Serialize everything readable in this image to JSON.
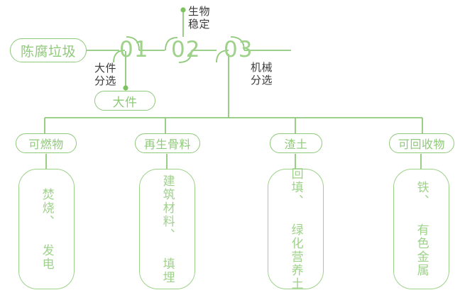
{
  "colors": {
    "green_line": "#8FC97A",
    "green_soft": "#9ED18A",
    "green_text": "#8FC97A",
    "dark_text": "#3A3A3A",
    "background": "#FFFFFF"
  },
  "flow": {
    "source_label": "陈腐垃圾",
    "steps": [
      {
        "number": "01",
        "caption": "大件\n分选",
        "caption_position": "below-left"
      },
      {
        "number": "02",
        "caption": "生物\n稳定",
        "caption_position": "above-right"
      },
      {
        "number": "03",
        "caption": "机械\n分选",
        "caption_position": "below-right"
      }
    ],
    "side_output": {
      "label": "大件",
      "from_step": "01"
    }
  },
  "outputs": [
    {
      "category": "可燃物",
      "use": "焚烧、发电",
      "use_chars": "焚烧、 发电"
    },
    {
      "category": "再生骨料",
      "use": "建筑材料、填埋",
      "use_chars": "建筑材料、 填埋"
    },
    {
      "category": "渣土",
      "use": "回填、绿化营养土",
      "use_chars": "回填、 绿化营养土"
    },
    {
      "category": "可回收物",
      "use": "铁、有色金属",
      "use_chars": "铁、 有色金属"
    }
  ]
}
